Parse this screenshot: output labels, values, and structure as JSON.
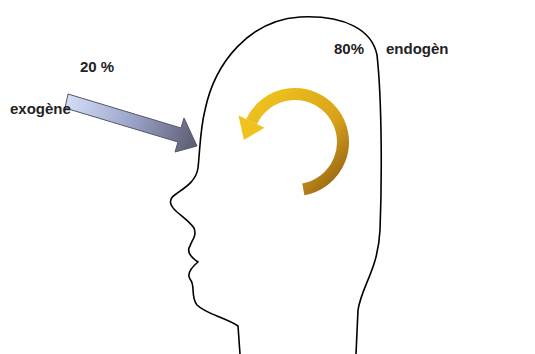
{
  "diagram": {
    "labels": [
      "20 %",
      "exogène",
      "80%",
      "endogèn"
    ]
  }
}
